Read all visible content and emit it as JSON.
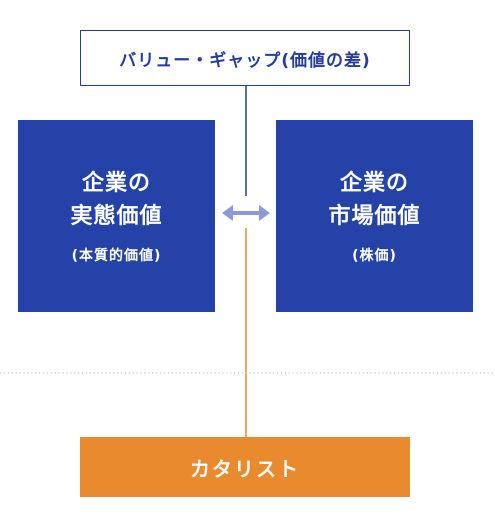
{
  "value_gap": {
    "label": "バリュー・ギャップ(価値の差)"
  },
  "intrinsic_value": {
    "title": "企業の\n実態価値",
    "subtitle": "(本質的価値)"
  },
  "market_value": {
    "title": "企業の\n市場価値",
    "subtitle": "(株価)"
  },
  "catalyst": {
    "label": "カタリスト"
  },
  "colors": {
    "blue": "#2442a7",
    "outline_blue": "#243d99",
    "arrow": "#8e97d8",
    "orange": "#e98a2f",
    "dotted_divider": "#c8c8c8"
  },
  "icons": {
    "double_arrow": "left-right-arrow-icon"
  }
}
